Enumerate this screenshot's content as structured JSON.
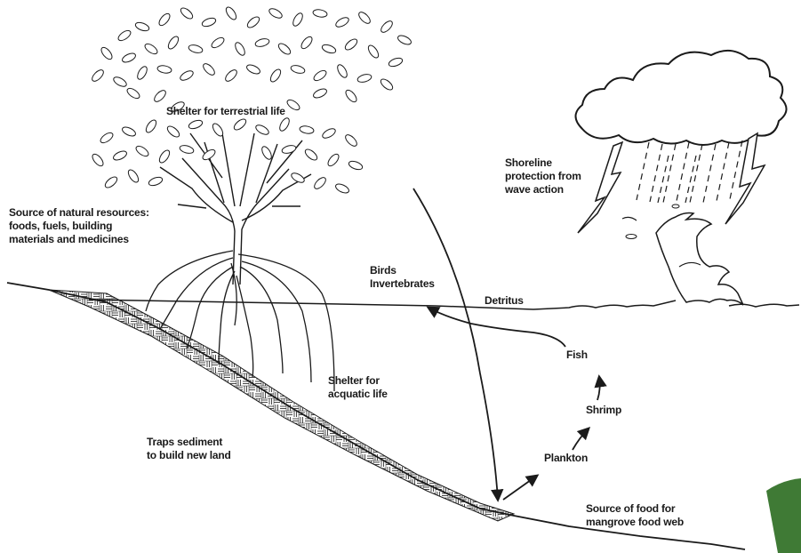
{
  "labels": {
    "shelter_terrestrial": "Shelter for terrestrial life",
    "natural_resources": "Source of natural resources:\nfoods, fuels, building\nmaterials and medicines",
    "shoreline_protection": "Shoreline\nprotection from\nwave action",
    "birds_invertebrates": "Birds\nInvertebrates",
    "detritus": "Detritus",
    "fish": "Fish",
    "shrimp": "Shrimp",
    "plankton": "Plankton",
    "shelter_aquatic": "Shelter for\nacquatic life",
    "traps_sediment": "Traps sediment\nto build new land",
    "food_source": "Source of food for\nmangrove food web"
  },
  "colors": {
    "line": "#1a1a1a",
    "corner_badge": "#3f7a35"
  }
}
